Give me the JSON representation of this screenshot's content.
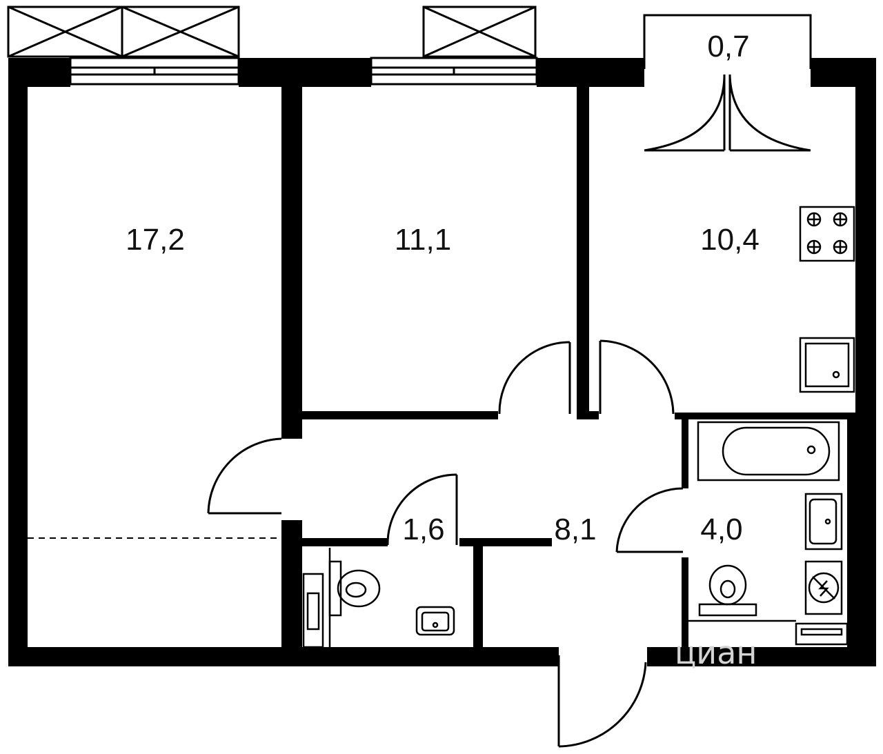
{
  "floor_plan": {
    "rooms": [
      {
        "id": "room-large",
        "area": "17,2"
      },
      {
        "id": "room-middle",
        "area": "11,1"
      },
      {
        "id": "kitchen",
        "area": "10,4"
      },
      {
        "id": "balcony",
        "area": "0,7"
      },
      {
        "id": "toilet",
        "area": "1,6"
      },
      {
        "id": "hallway",
        "area": "8,1"
      },
      {
        "id": "bathroom",
        "area": "4,0"
      }
    ],
    "watermark": "циан",
    "colors": {
      "wall": "#000000",
      "background": "#ffffff",
      "watermark": "#d4d4d4"
    }
  }
}
